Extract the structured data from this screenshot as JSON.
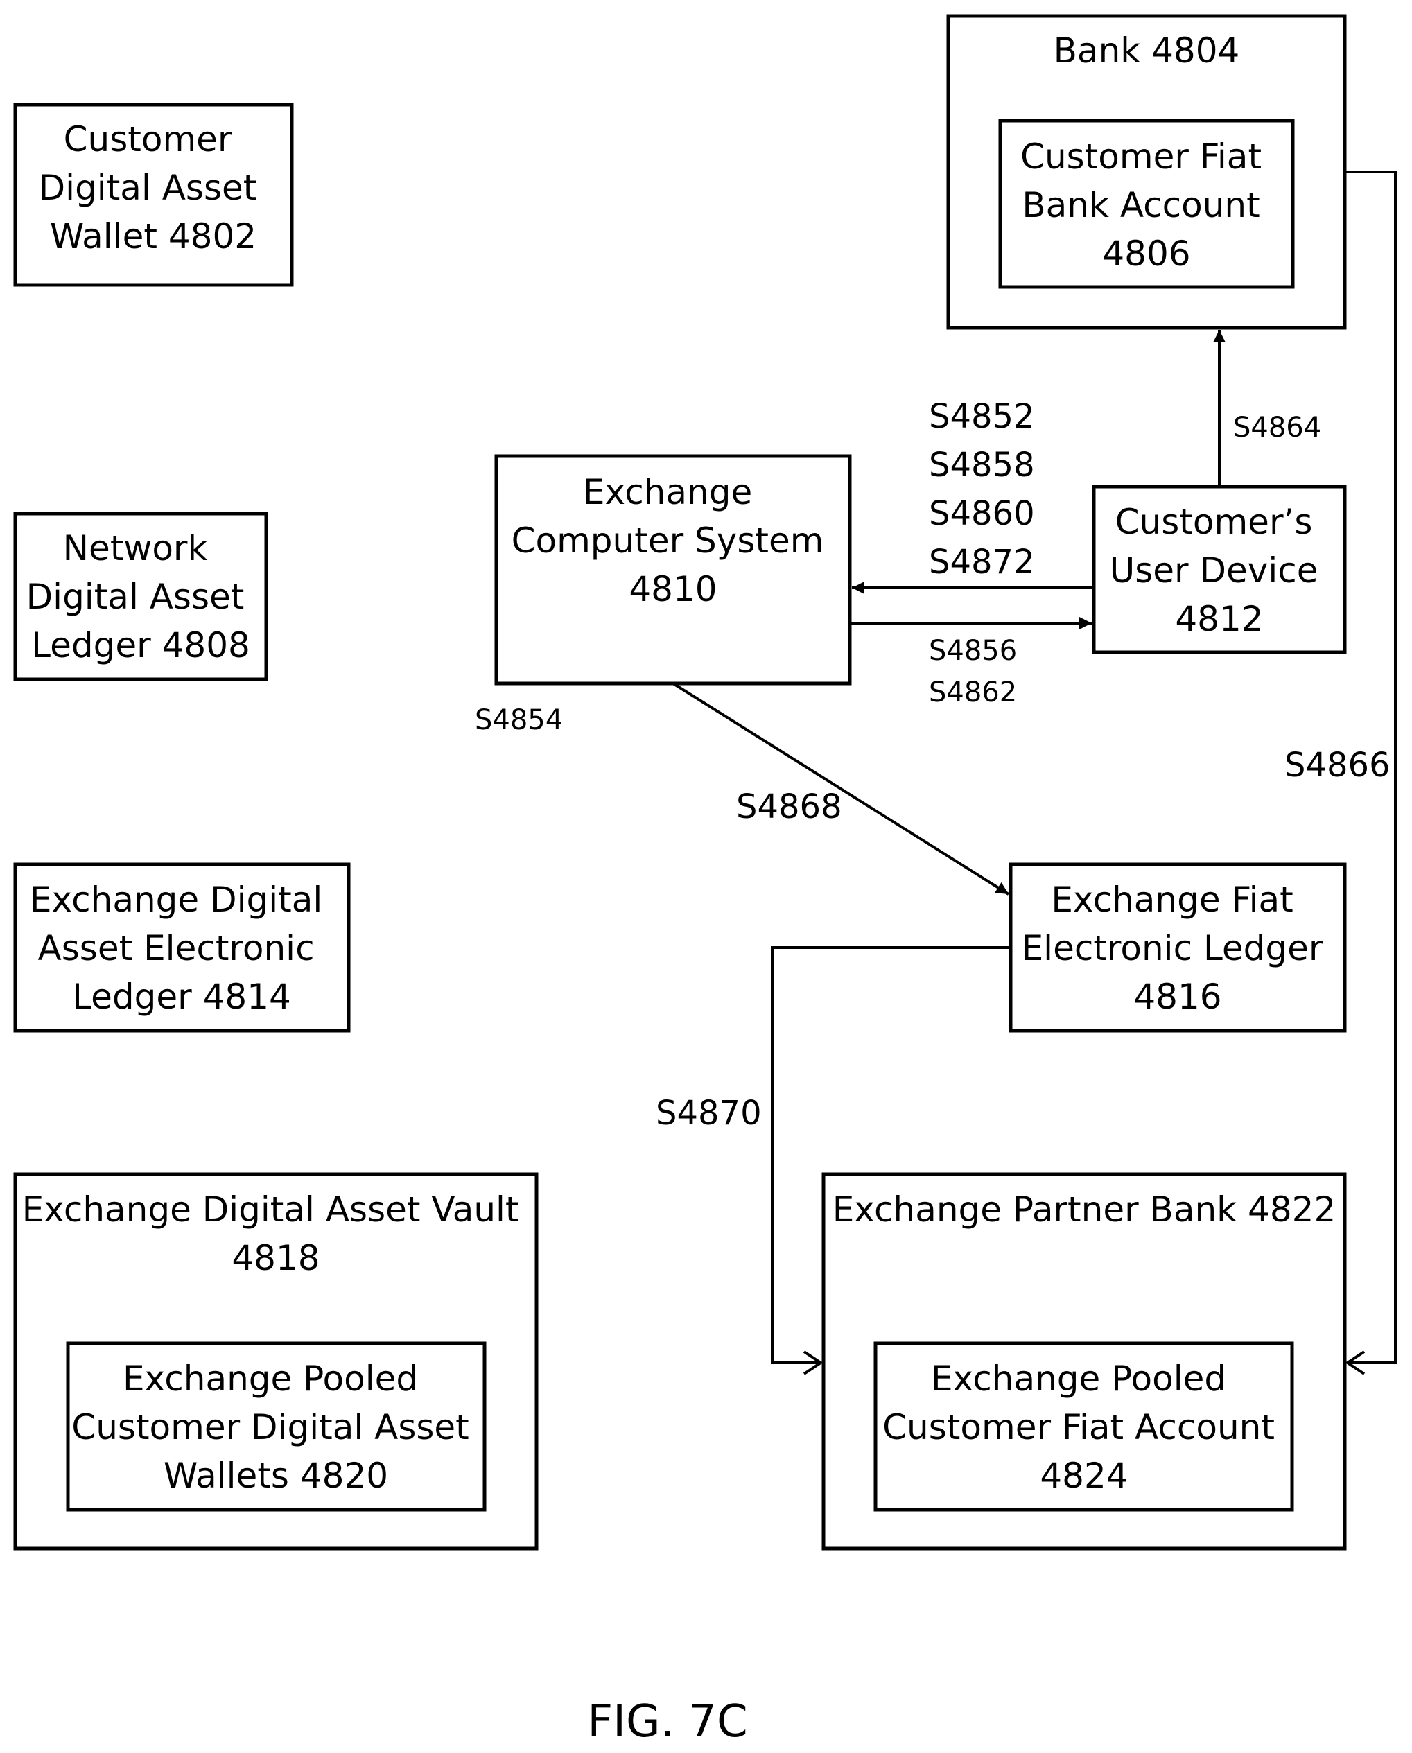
{
  "nodes": {
    "customer_wallet": [
      "Customer",
      "Digital Asset",
      "Wallet 4802"
    ],
    "bank": [
      "Bank 4804"
    ],
    "customer_fiat_account": [
      "Customer Fiat",
      "Bank Account",
      "4806"
    ],
    "network_ledger": [
      "Network",
      "Digital Asset",
      "Ledger 4808"
    ],
    "exchange_computer": [
      "Exchange",
      "Computer System",
      "4810"
    ],
    "user_device": [
      "Customer’s",
      "User Device",
      "4812"
    ],
    "exchange_da_ledger": [
      "Exchange Digital",
      "Asset Electronic",
      "Ledger 4814"
    ],
    "exchange_fiat_ledger": [
      "Exchange Fiat",
      "Electronic Ledger",
      "4816"
    ],
    "vault": [
      "Exchange Digital Asset Vault",
      "4818"
    ],
    "pooled_wallets": [
      "Exchange Pooled",
      "Customer Digital Asset",
      "Wallets 4820"
    ],
    "partner_bank": [
      "Exchange Partner Bank 4822"
    ],
    "pooled_fiat": [
      "Exchange Pooled",
      "Customer Fiat Account",
      "4824"
    ]
  },
  "steps": {
    "device_to_exchange": [
      "S4852",
      "S4858",
      "S4860",
      "S4872"
    ],
    "exchange_to_device": [
      "S4856",
      "S4862"
    ],
    "s4854": "S4854",
    "s4864": "S4864",
    "s4866": "S4866",
    "s4868": "S4868",
    "s4870": "S4870"
  },
  "figure_label": "FIG. 7C"
}
